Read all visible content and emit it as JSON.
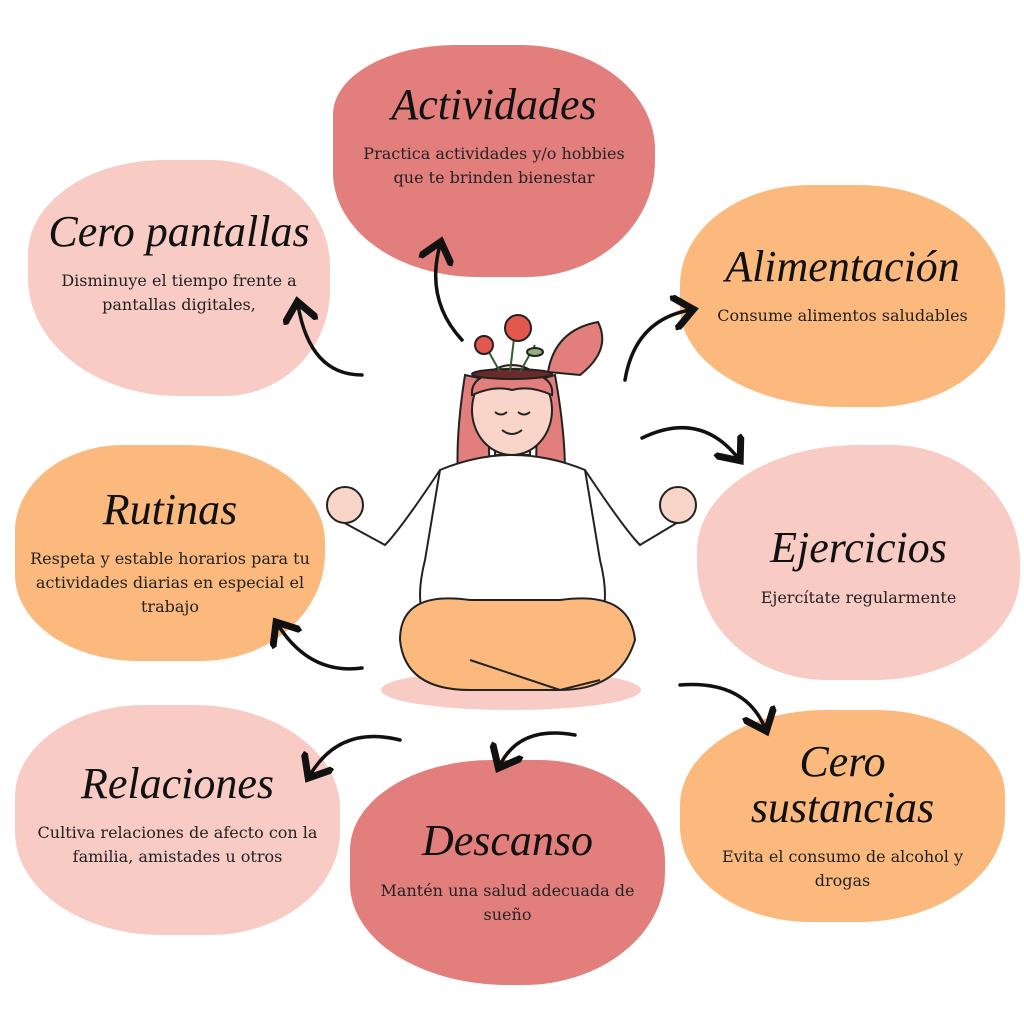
{
  "cards": [
    {
      "id": "actividades",
      "title": "Actividades",
      "desc": "Practica actividades y/o hobbies que te brinden bienestar",
      "color": "#e27f7d"
    },
    {
      "id": "cero-pantallas",
      "title": "Cero pantallas",
      "desc": "Disminuye el tiempo frente a pantallas digitales,",
      "color": "#f8cbc4"
    },
    {
      "id": "alimentacion",
      "title": "Alimentación",
      "desc": "Consume alimentos saludables",
      "color": "#fbb97e"
    },
    {
      "id": "rutinas",
      "title": "Rutinas",
      "desc": "Respeta y estable horarios para tu actividades diarias en especial el trabajo",
      "color": "#fbb97e"
    },
    {
      "id": "ejercicios",
      "title": "Ejercicios",
      "desc": "Ejercítate regularmente",
      "color": "#f8cbc4"
    },
    {
      "id": "relaciones",
      "title": "Relaciones",
      "desc": "Cultiva relaciones de afecto con la familia, amistades u otros",
      "color": "#f8cbc4"
    },
    {
      "id": "descanso",
      "title": "Descanso",
      "desc": "Mantén una salud adecuada de sueño",
      "color": "#e27f7d"
    },
    {
      "id": "cero-sustancias",
      "title": "Cero sustancias",
      "desc": "Evita el consumo de alcohol y drogas",
      "color": "#fbb97e"
    }
  ]
}
